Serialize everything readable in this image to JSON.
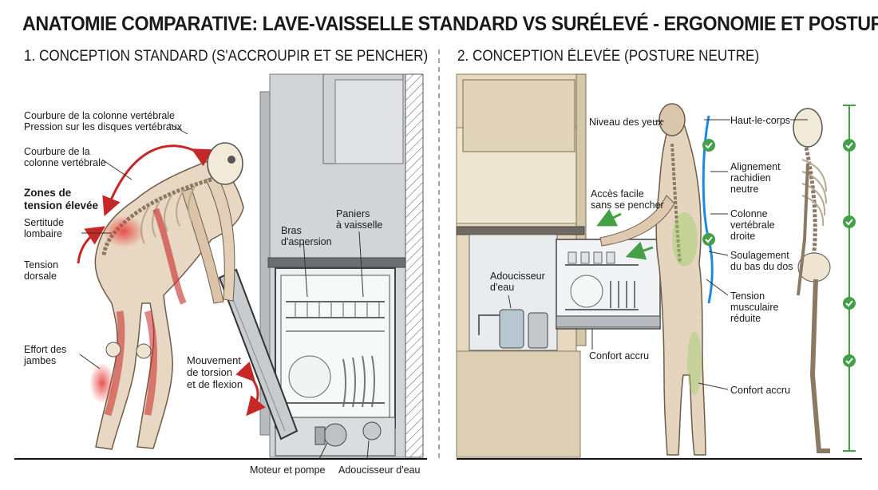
{
  "title": "ANATOMIE COMPARATIVE: LAVE-VAISSELLE STANDARD VS SURÉLEVÉ - ERGONOMIE ET POSTURE",
  "left_panel": {
    "heading": "1. CONCEPTION STANDARD (S'ACCROUPIR ET SE PENCHER)",
    "labels": {
      "curvature_pressure": "Courbure de la colonne vertébrale\nPression sur les disques vertébraux",
      "curvature": "Courbure de la\ncolonne vertébrale",
      "high_tension": "Zones de\ntension élevée",
      "lumbar": "Sertitude\nlombaire",
      "dorsal": "Tension\ndorsale",
      "legs": "Effort des\njambes",
      "twist": "Mouvement\nde torsion\net de flexion",
      "spray_arms": "Bras\nd'aspersion",
      "racks": "Paniers\nà vaisselle",
      "motor": "Moteur et pompe",
      "softener": "Adoucisseur d'eau"
    }
  },
  "right_panel": {
    "heading": "2. CONCEPTION ÉLEVÉE (POSTURE NEUTRE)",
    "labels": {
      "eye_level": "Niveau des yeux",
      "easy_access": "Accès facile\nsans se pencher",
      "softener": "Adoucisseur\nd'eau",
      "comfort": "Confort accru",
      "upper_body": "Haut-le-corps",
      "alignment": "Alignement\nrachidien\nneutre",
      "straight_spine": "Colonne\nvertébrale\ndroite",
      "lower_back": "Soulagement\ndu bas du dos",
      "muscle_tension": "Tension\nmusculaire\nréduite",
      "comfort2": "Confort accru"
    }
  },
  "colors": {
    "tension_red": "#c62828",
    "check_green": "#43a047",
    "spine_blue": "#1e88e5",
    "cabinet_gray": "#c9ccce",
    "wood": "#e8dcc3",
    "bone": "#efe4cf"
  }
}
